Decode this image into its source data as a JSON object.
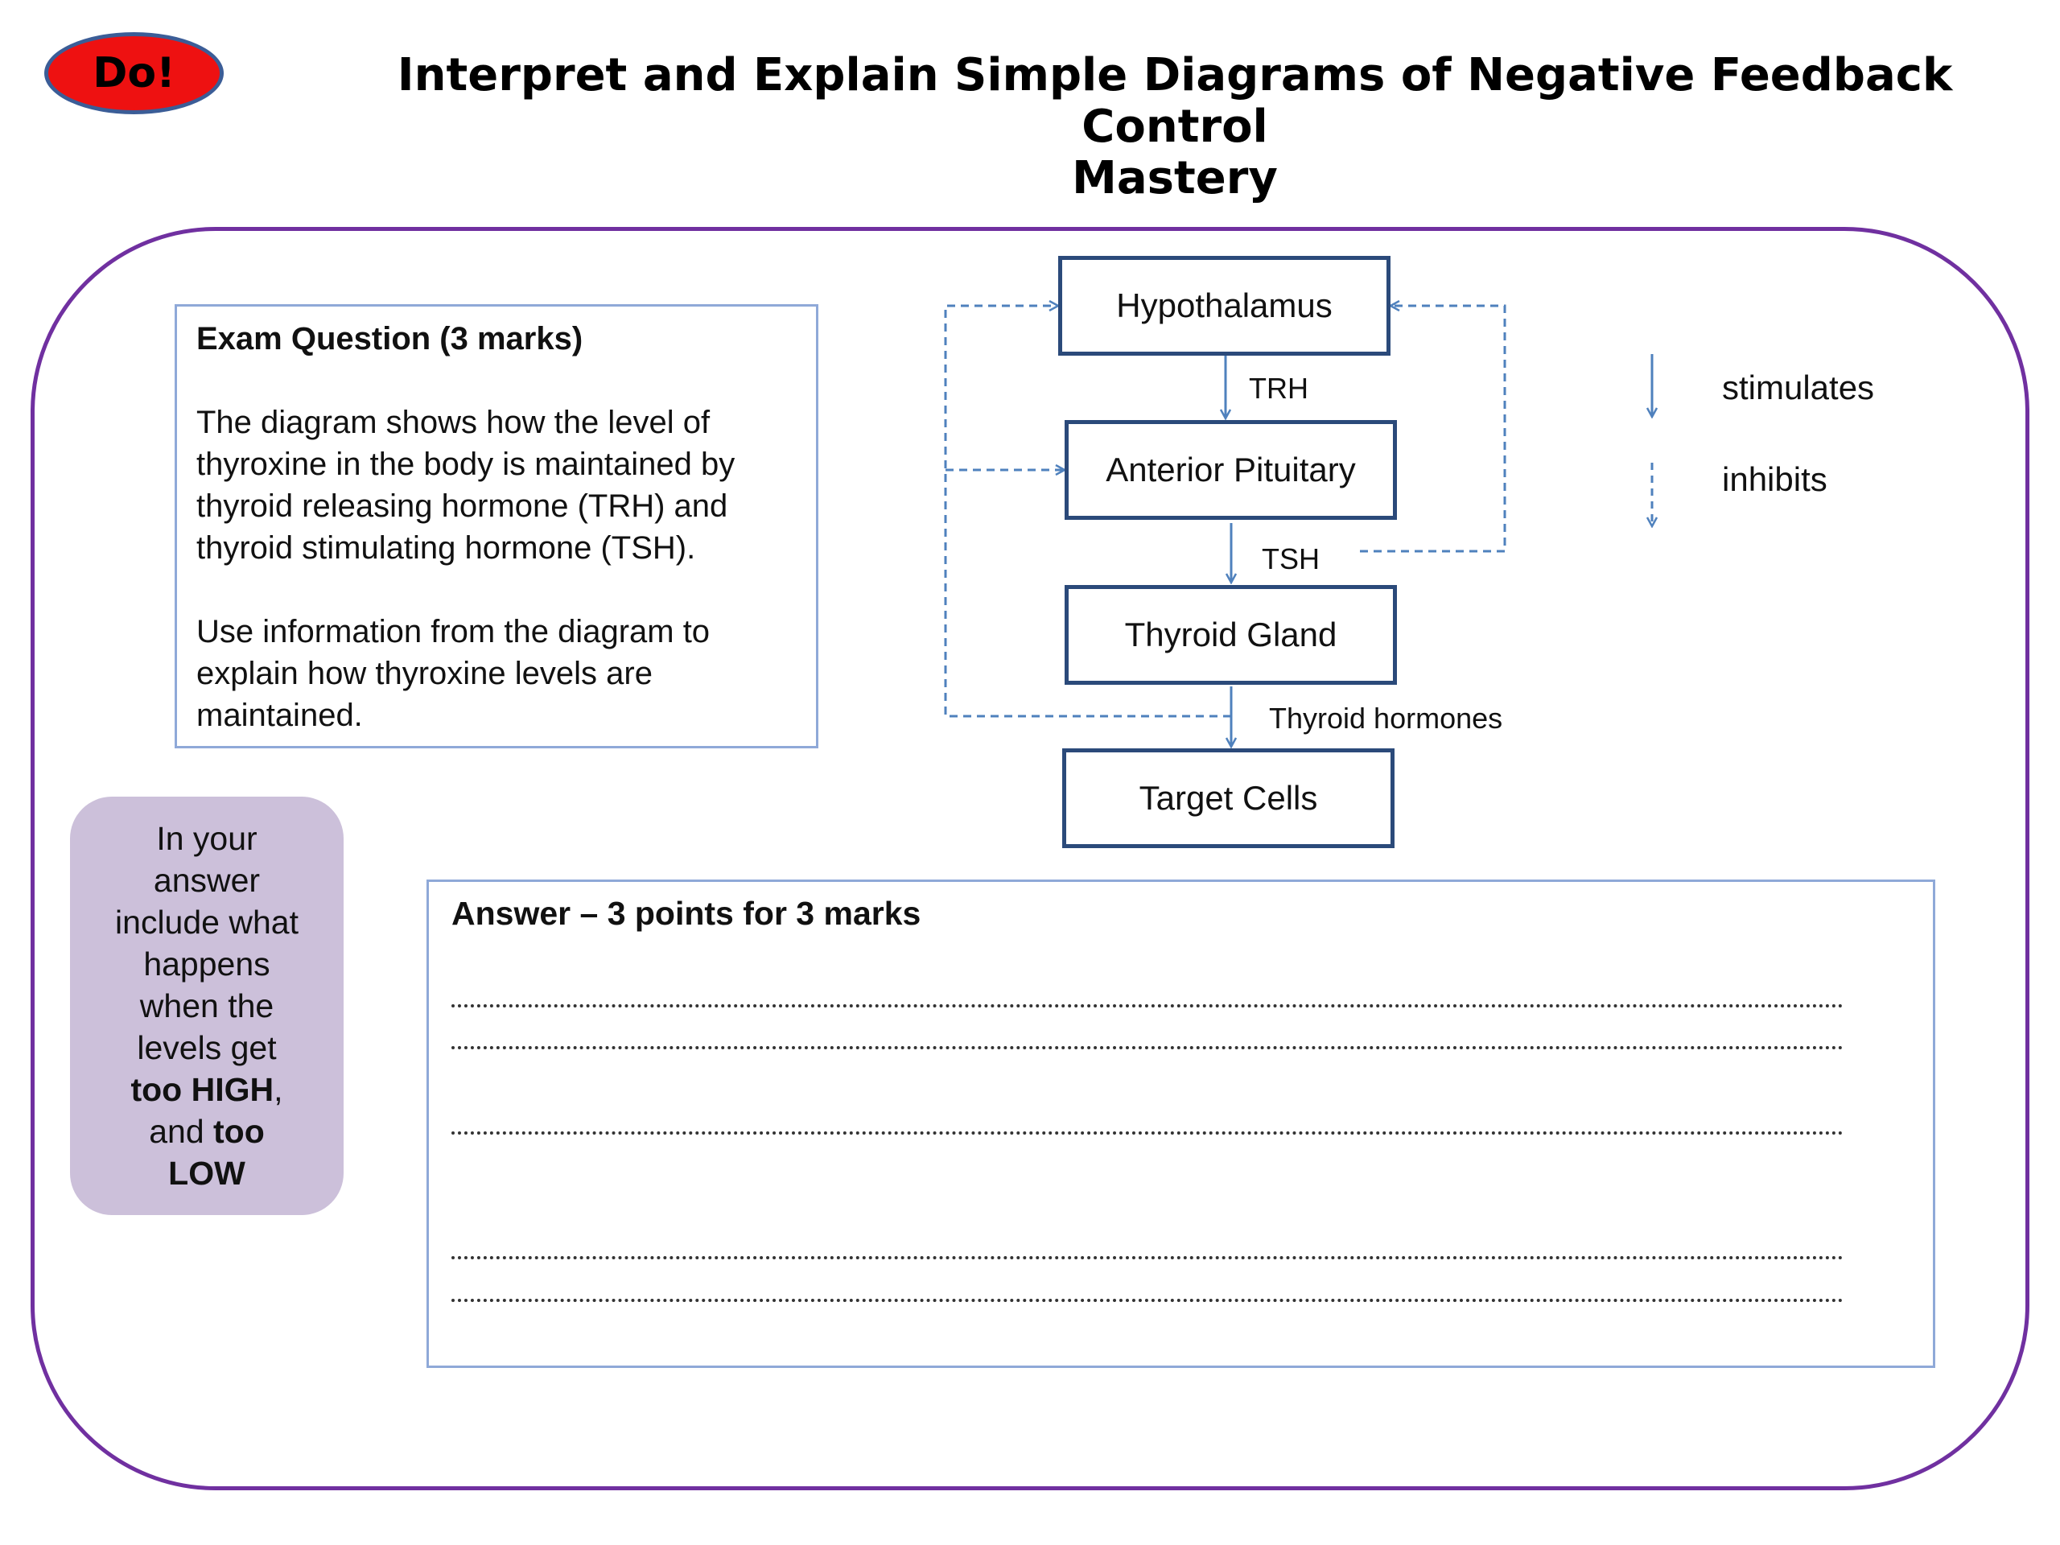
{
  "badge": "Do!",
  "title_line1": "Interpret and Explain Simple Diagrams of Negative Feedback Control",
  "title_line2": "Mastery",
  "exam": {
    "heading": "Exam Question (3 marks)",
    "para1_lines": [
      "The diagram shows how the level of",
      "thyroxine in the body is maintained by",
      "thyroid releasing hormone (TRH) and",
      "thyroid stimulating hormone (TSH)."
    ],
    "para2_lines": [
      "Use information from the diagram to",
      "explain how thyroxine levels are",
      "maintained."
    ]
  },
  "tip": {
    "l1": "In your",
    "l2": "answer",
    "l3": "include what",
    "l4": "happens",
    "l5": "when the",
    "l6": "levels get",
    "l7_bold": "too HIGH",
    "l7_tail": ",",
    "l8_pre": "and ",
    "l8_bold": "too",
    "l9_bold": "LOW"
  },
  "diagram": {
    "nodes": [
      "Hypothalamus",
      "Anterior Pituitary",
      "Thyroid Gland",
      "Target Cells"
    ],
    "labels": {
      "trh": "TRH",
      "tsh": "TSH",
      "thyroid": "Thyroid hormones"
    },
    "key": {
      "stimulates": "stimulates",
      "inhibits": "inhibits"
    },
    "colors": {
      "stimulate_arrow": "#4f81bd",
      "inhibit_arrow": "#4f81bd",
      "node_border": "#2b4a7a"
    }
  },
  "answer": {
    "heading": "Answer – 3 points for 3 marks"
  },
  "colors": {
    "frame": "#7030a0",
    "badge": "#ee1111",
    "tip_bg": "#ccc0da",
    "box_border": "#8fa9d8"
  }
}
